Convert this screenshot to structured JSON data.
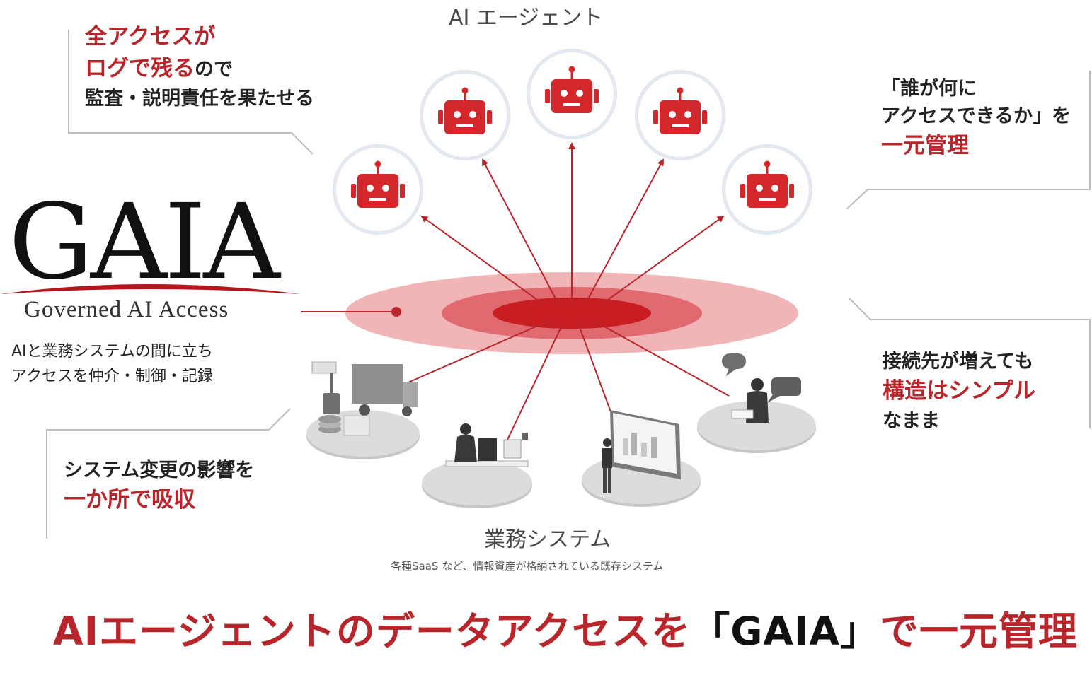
{
  "agents": {
    "title": "AI エージェント"
  },
  "callouts": {
    "top_left": {
      "line1": "全アクセスが",
      "line2_red": "ログで残る",
      "line2_rest": "ので",
      "line3": "監査・説明責任を果たせる"
    },
    "top_right": {
      "line1": "「誰が何に",
      "line2": "アクセスできるか」を",
      "line3_red": "一元管理"
    },
    "bottom_left": {
      "line1": "システム変更の影響を",
      "line2_red": "一か所で吸収"
    },
    "bottom_right": {
      "line1": "接続先が増えても",
      "line2_red": "構造はシンプル",
      "line3": "なまま"
    }
  },
  "logo": {
    "name": "GAIA",
    "subtitle": "Governed AI Access",
    "desc_line1": "AIと業務システムの間に立ち",
    "desc_line2": "アクセスを仲介・制御・記録"
  },
  "systems": {
    "title": "業務システム",
    "subtitle": "各種SaaS など、情報資産が格納されている既存システム"
  },
  "headline": {
    "part1": "AIエージェントのデータアクセスを",
    "part2_black": "「GAIA」",
    "part3": "で一元管理"
  },
  "colors": {
    "accent": "#b8262b",
    "robot": "#d4272c",
    "ring_outer": "#f1b5b7",
    "ring_core": "#c91d24",
    "line_gray": "#bdbdbd",
    "platform": "#cfcfcf"
  },
  "icons": [
    "robot-icon",
    "warehouse-icon",
    "office-worker-icon",
    "analytics-board-icon",
    "support-operator-icon"
  ]
}
